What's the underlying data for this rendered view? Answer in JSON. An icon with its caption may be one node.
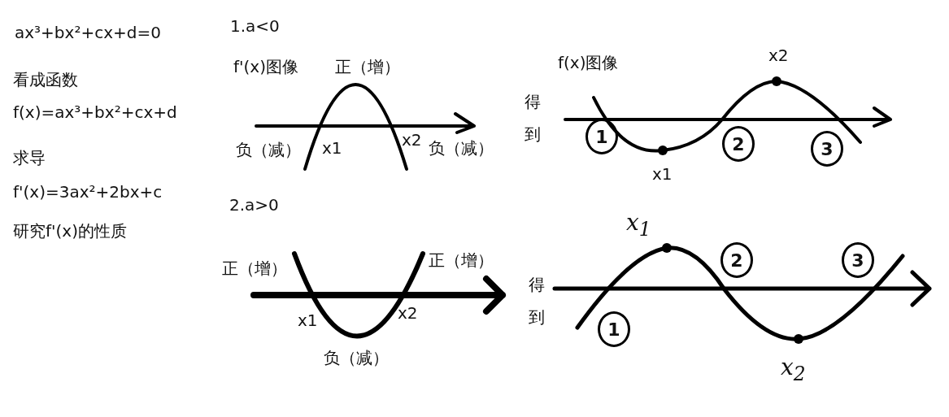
{
  "diagram": {
    "nodes": [
      {
        "text": [
          "1"
        ]
      },
      {
        "text": [
          "2"
        ]
      },
      {
        "text": [
          "3"
        ]
      },
      {
        "text": [
          "1"
        ]
      },
      {
        "text": [
          "2"
        ]
      },
      {
        "text": [
          "3"
        ]
      }
    ],
    "labels": [
      "ax³+bx²+cx+d=0",
      "看成函数",
      "f(x)=ax³+bx²+cx+d",
      "求导",
      "f'(x)=3ax²+2bx+c",
      "研究f'(x)的性质",
      "1.a<0",
      "f'(x)图像",
      "正（增）",
      "负（减）",
      "x1",
      "x2",
      "负（减）",
      "f(x)图像",
      "x2",
      "得到",
      "x1",
      "2.a>0",
      "正（增）",
      "正（增）",
      "x1",
      "x2",
      "负（减）",
      "得到",
      "x$_{1}$",
      "x$_{2}$"
    ]
  }
}
